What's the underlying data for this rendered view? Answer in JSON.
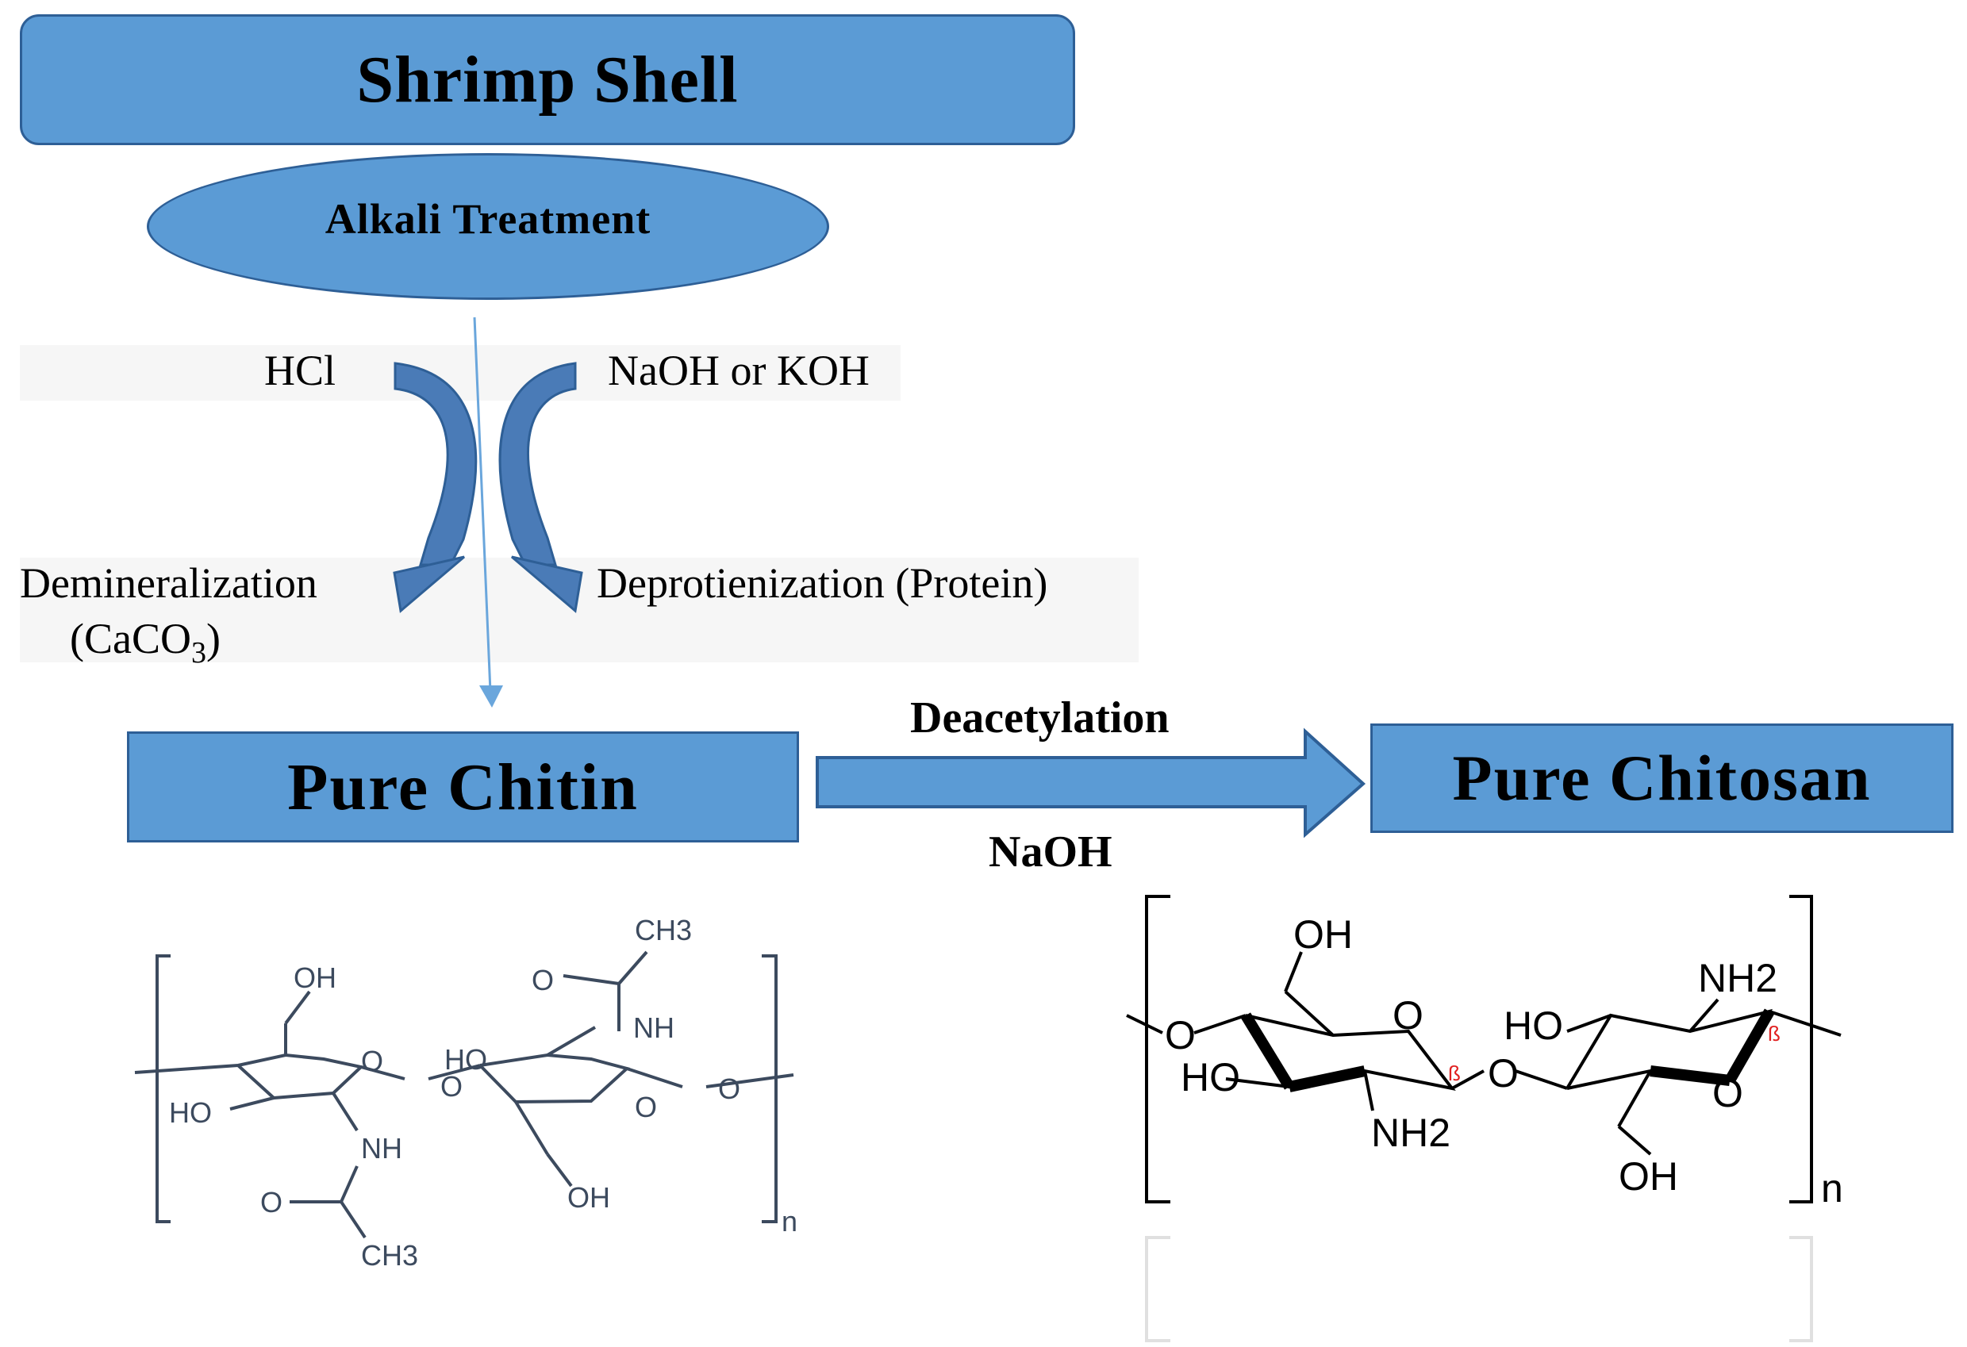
{
  "nodes": {
    "shrimp_shell": "Shrimp Shell",
    "alkali_treatment": "Alkali Treatment",
    "pure_chitin": "Pure Chitin",
    "pure_chitosan": "Pure Chitosan"
  },
  "labels": {
    "hcl": "HCl",
    "naoh_koh": "NaOH or KOH",
    "demineralization": "Demineralization",
    "caco3_open": "(CaCO",
    "caco3_sub": "3",
    "caco3_close": ")",
    "deprotienization": "Deprotienization (Protein)",
    "deacetylation": "Deacetylation",
    "naoh": "NaOH"
  },
  "chitin_structure": {
    "oh_top": "OH",
    "o_ring1": "O",
    "ho_left": "HO",
    "nh_1": "NH",
    "o_carbonyl1": "O",
    "ch3_1": "CH3",
    "o_link": "O",
    "ho_ring2": "HO",
    "o_ring2": "O",
    "oh_bottom": "OH",
    "nh_2": "NH",
    "o_carbonyl2": "O",
    "ch3_2": "CH3",
    "o_end": "O",
    "n_sub": "n"
  },
  "chitosan_structure": {
    "o_left": "O",
    "oh_top": "OH",
    "o_ring1": "O",
    "ho_left": "HO",
    "nh2_1": "NH2",
    "beta1": "ß",
    "o_link": "O",
    "ho_ring2": "HO",
    "nh2_2": "NH2",
    "beta2": "ß",
    "o_ring2": "O",
    "oh_bottom": "OH",
    "n_sub": "n"
  },
  "colors": {
    "box_fill": "#5b9bd5",
    "box_border": "#2e5f96",
    "curved_arrow": "#4a7bb7",
    "thin_arrow": "#6aa6dc",
    "chitin_ink": "#3c4a5e",
    "beta_red": "#e02020"
  }
}
